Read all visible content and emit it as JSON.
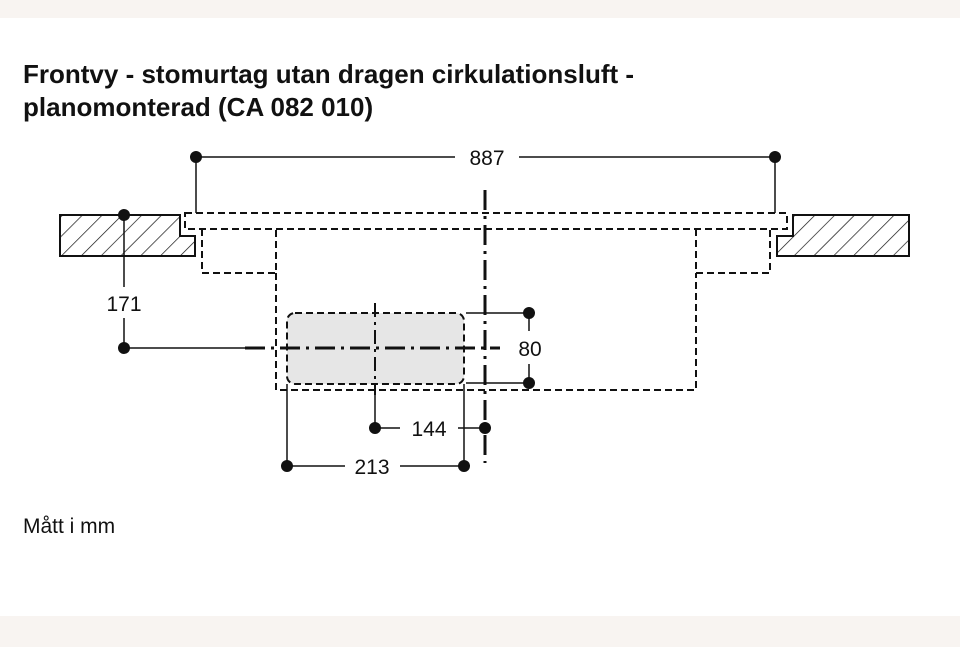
{
  "title": {
    "line1": "Frontvy - stomurtag utan dragen cirkulationsluft -",
    "line2": "planomonterad (CA 082 010)"
  },
  "dimensions": {
    "overall_width": "887",
    "height_offset": "171",
    "vertical_size": "80",
    "center_offset": "144",
    "cutout_width": "213"
  },
  "note": "Mått i mm"
}
